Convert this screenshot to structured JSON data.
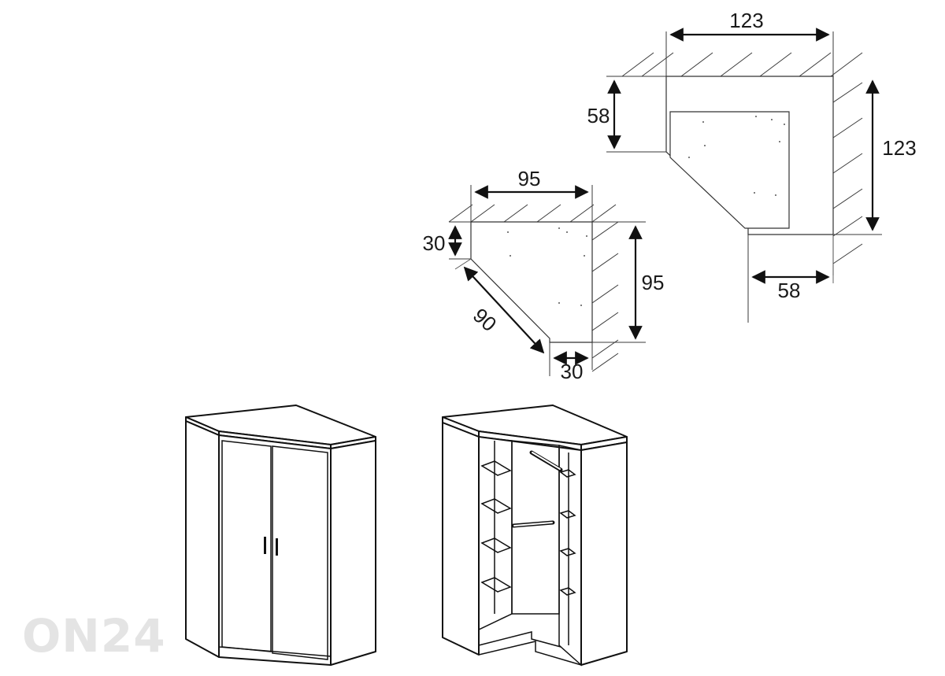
{
  "large_plan": {
    "width_label": "123",
    "depth_label": "123",
    "left_side_label": "58",
    "bottom_side_label": "58"
  },
  "small_plan": {
    "width_label": "95",
    "depth_label": "95",
    "left_side_label": "30",
    "diagonal_label": "90",
    "bottom_side_label": "30"
  },
  "watermark": {
    "text": "ON24"
  },
  "drawings": {
    "closed_cabinet": "closed-corner-wardrobe",
    "open_cabinet": "open-corner-wardrobe"
  }
}
